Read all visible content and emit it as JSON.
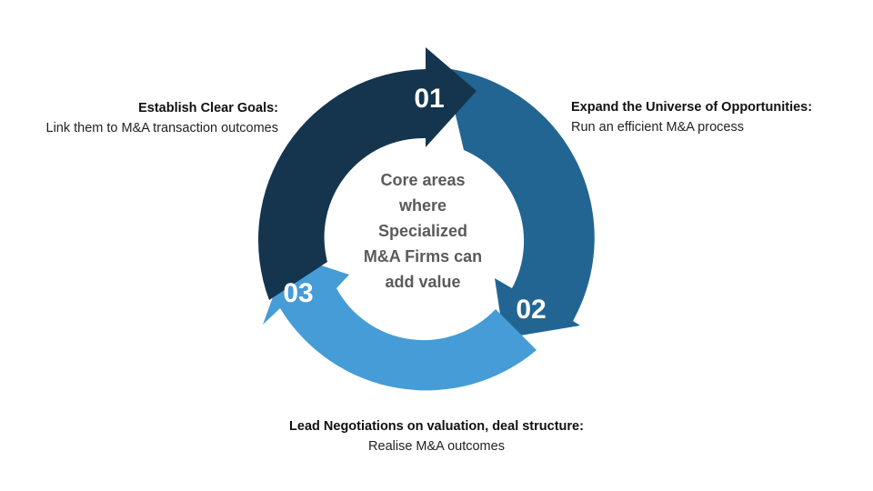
{
  "center": {
    "lines": [
      "Core areas",
      "where",
      "Specialized",
      "M&A Firms can",
      "add value"
    ]
  },
  "steps": [
    {
      "number": "01",
      "title": "Establish Clear Goals:",
      "subtitle": "Link them to M&A transaction outcomes",
      "color": "#15354f"
    },
    {
      "number": "02",
      "title": "Expand the Universe of Opportunities:",
      "subtitle": "Run an efficient M&A process",
      "color": "#226593"
    },
    {
      "number": "03",
      "title": "Lead Negotiations on valuation, deal structure:",
      "subtitle": "Realise M&A outcomes",
      "color": "#459cd7"
    }
  ]
}
